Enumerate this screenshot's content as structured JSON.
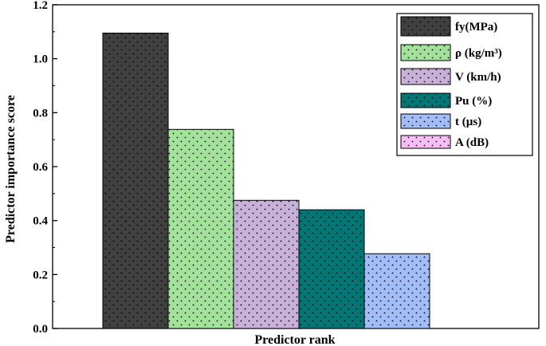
{
  "chart_data": {
    "type": "bar",
    "xlabel": "Predictor rank",
    "ylabel": "Predictor importance score",
    "ylim": [
      0,
      1.2
    ],
    "yticks": [
      "0.0",
      "0.2",
      "0.4",
      "0.6",
      "0.8",
      "1.0",
      "1.2"
    ],
    "series": [
      {
        "name": "fy(MPa)",
        "value": 1.095,
        "color": "#404040"
      },
      {
        "name": "ρ (kg/m³)",
        "value": 0.738,
        "color": "#a3e29a"
      },
      {
        "name": "V (km/h)",
        "value": 0.475,
        "color": "#c8b1d9"
      },
      {
        "name": "Pu (%)",
        "value": 0.44,
        "color": "#027575"
      },
      {
        "name": "t (µs)",
        "value": 0.277,
        "color": "#a1bcf6"
      },
      {
        "name": "A (dB)",
        "value": 0,
        "color": "#f7bdf7"
      }
    ],
    "legend_position": "top-right",
    "bar_pattern": "dotted"
  }
}
